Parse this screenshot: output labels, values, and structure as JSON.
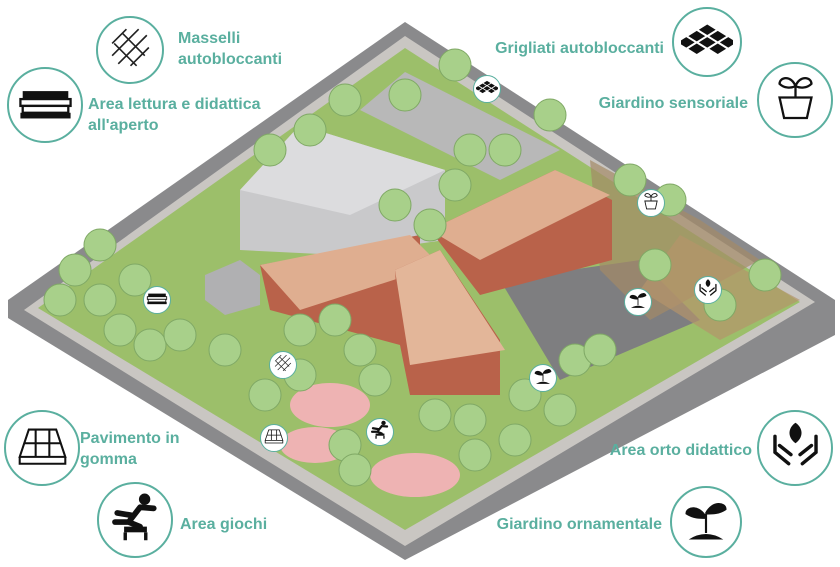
{
  "colors": {
    "accent": "#5aaf9f",
    "lawn": "#9cbf6a",
    "road": "#8a8a8c",
    "roof": "#dfae90",
    "brick": "#b9624a",
    "tree": "#a8d08a",
    "play_area": "#eeb3b3"
  },
  "legend": [
    {
      "id": "masselli",
      "label": "Masselli autobloccanti",
      "icon": "paving-blocks-icon"
    },
    {
      "id": "lettura",
      "label": "Area lettura e didattica all'aperto",
      "icon": "books-icon"
    },
    {
      "id": "grigliati",
      "label": "Grigliati autobloccanti",
      "icon": "grid-pavers-icon"
    },
    {
      "id": "sensoriale",
      "label": "Giardino sensoriale",
      "icon": "potted-plant-icon"
    },
    {
      "id": "gomma",
      "label": "Pavimento in gomma",
      "icon": "rubber-tiles-icon"
    },
    {
      "id": "giochi",
      "label": "Area giochi",
      "icon": "hurdle-runner-icon"
    },
    {
      "id": "orto",
      "label": "Area orto didattico",
      "icon": "hands-plant-icon"
    },
    {
      "id": "ornamentale",
      "label": "Giardino ornamentale",
      "icon": "sprout-icon"
    }
  ]
}
